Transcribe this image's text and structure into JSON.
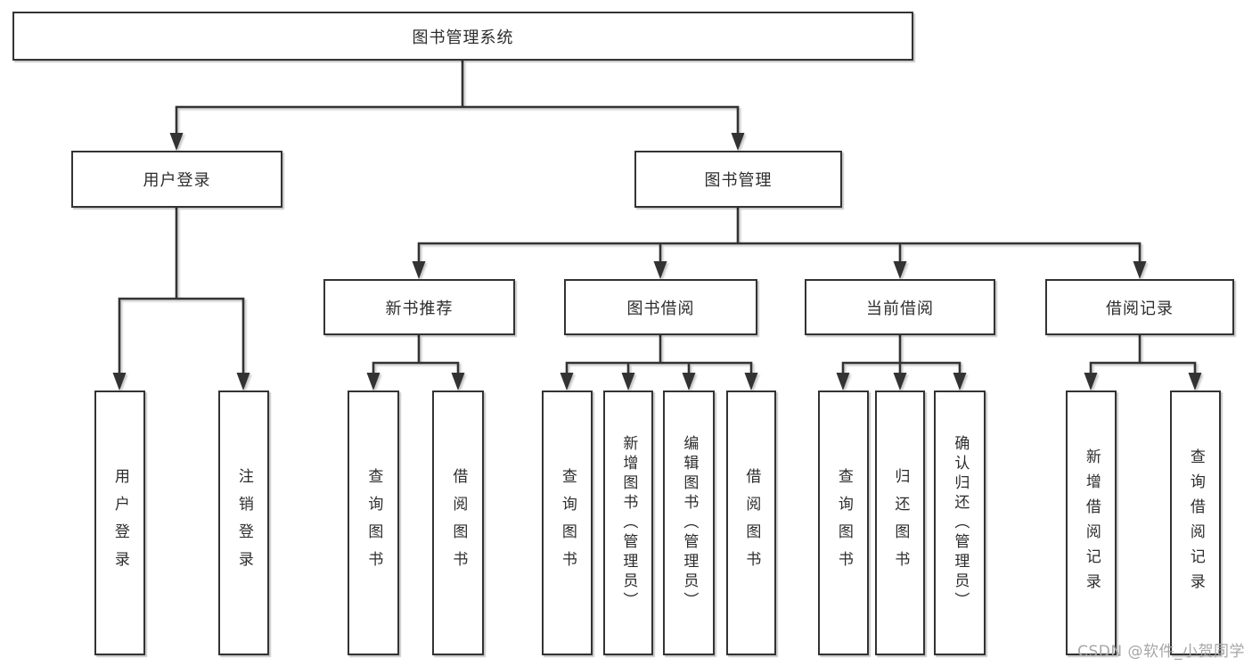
{
  "diagram": {
    "root": {
      "label": "图书管理系统"
    },
    "user_login": {
      "label": "用户登录",
      "children": {
        "login": {
          "label": "用户登录"
        },
        "logout": {
          "label": "注销登录"
        }
      }
    },
    "book_mgmt": {
      "label": "图书管理",
      "sections": {
        "new_books": {
          "label": "新书推荐",
          "children": {
            "query": {
              "label": "查询图书"
            },
            "borrow": {
              "label": "借阅图书"
            }
          }
        },
        "book_borrow": {
          "label": "图书借阅",
          "children": {
            "query": {
              "label": "查询图书"
            },
            "add": {
              "label": "新增图书（管理员）"
            },
            "edit": {
              "label": "编辑图书（管理员）"
            },
            "borrow": {
              "label": "借阅图书"
            }
          }
        },
        "current_borrow": {
          "label": "当前借阅",
          "children": {
            "query": {
              "label": "查询图书"
            },
            "return": {
              "label": "归还图书"
            },
            "confirm": {
              "label": "确认归还（管理员）"
            }
          }
        },
        "borrow_records": {
          "label": "借阅记录",
          "children": {
            "add": {
              "label": "新增借阅记录"
            },
            "query": {
              "label": "查询借阅记录"
            }
          }
        }
      }
    }
  },
  "watermark": {
    "text": "CSDN @软件_小贺同学"
  },
  "colors": {
    "line": "#333333",
    "text": "#2d2d2d",
    "box_bg": "#ffffff",
    "background": "#ffffff",
    "watermark": "#a6a6a6"
  }
}
